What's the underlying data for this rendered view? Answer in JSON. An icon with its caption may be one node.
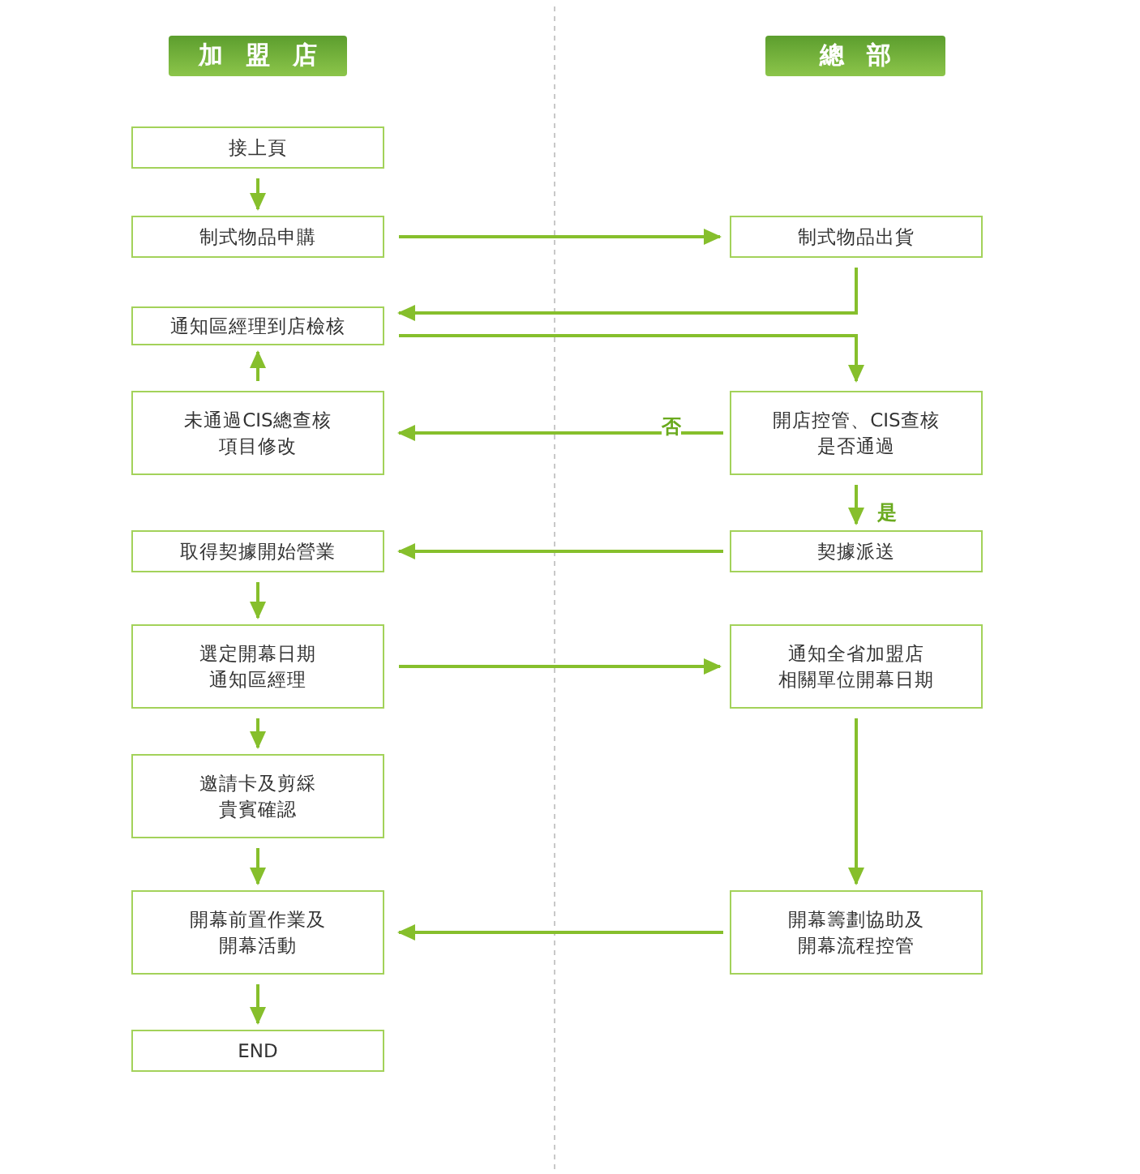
{
  "diagram": {
    "nodes": [
      {
        "text": [
          "加盟店"
        ]
      },
      {
        "text": [
          "總部"
        ]
      },
      {
        "text": [
          "接上頁"
        ]
      },
      {
        "text": [
          "制式物品申購"
        ]
      },
      {
        "text": [
          "通知區經理到店檢核"
        ]
      },
      {
        "text": [
          "未通過CIS總查核項目修改"
        ]
      },
      {
        "text": [
          "取得契據開始營業"
        ]
      },
      {
        "text": [
          "選定開幕日期通知區經理"
        ]
      },
      {
        "text": [
          "邀請卡及剪綵貴賓確認"
        ]
      },
      {
        "text": [
          "開幕前置作業及開幕活動"
        ]
      },
      {
        "text": [
          "END"
        ]
      },
      {
        "text": [
          "制式物品出貨"
        ]
      },
      {
        "text": [
          "開店控管、CIS查核是否通過"
        ]
      },
      {
        "text": [
          "契據派送"
        ]
      },
      {
        "text": [
          "通知全省加盟店相關單位開幕日期"
        ]
      },
      {
        "text": [
          "開幕籌劃協助及開幕流程控管"
        ]
      }
    ],
    "edges": [
      {
        "from": 2,
        "to": 3,
        "arrow": "to"
      },
      {
        "from": 3,
        "to": 11,
        "arrow": "to"
      },
      {
        "from": 11,
        "to": 4,
        "arrow": "to"
      },
      {
        "from": 4,
        "to": 12,
        "arrow": "to"
      },
      {
        "from": 5,
        "to": 4,
        "arrow": "to"
      },
      {
        "from": 12,
        "to": 5,
        "arrow": "to",
        "label": "否"
      },
      {
        "from": 12,
        "to": 13,
        "arrow": "to",
        "label": "是"
      },
      {
        "from": 13,
        "to": 6,
        "arrow": "to"
      },
      {
        "from": 6,
        "to": 7,
        "arrow": "to"
      },
      {
        "from": 7,
        "to": 14,
        "arrow": "to"
      },
      {
        "from": 7,
        "to": 8,
        "arrow": "to"
      },
      {
        "from": 8,
        "to": 9,
        "arrow": "to"
      },
      {
        "from": 14,
        "to": 15,
        "arrow": "to"
      },
      {
        "from": 15,
        "to": 9,
        "arrow": "to"
      },
      {
        "from": 9,
        "to": 10,
        "arrow": "to"
      }
    ]
  }
}
